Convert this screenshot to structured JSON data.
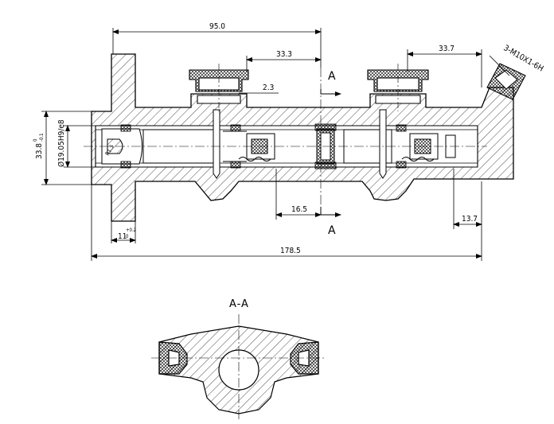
{
  "dimensions": {
    "d95": "95.0",
    "d33_3": "33.3",
    "d33_7": "33.7",
    "d2_3": "2.3",
    "d16_5": "16.5",
    "d13_7": "13.7",
    "d178_5": "178.5",
    "d11": "11",
    "d11_tol": "+0.2",
    "d11_tol2": "0",
    "d33_8": "33.8",
    "d33_8_tol": "0",
    "d33_8_tol2": "-0.1",
    "bore": "Ø19.05H9/e8",
    "thread": "3-M10X1-6H",
    "r": "R1.5"
  },
  "labels": {
    "section_a_top": "A",
    "section_a_bottom": "A",
    "section_view": "A-A"
  }
}
